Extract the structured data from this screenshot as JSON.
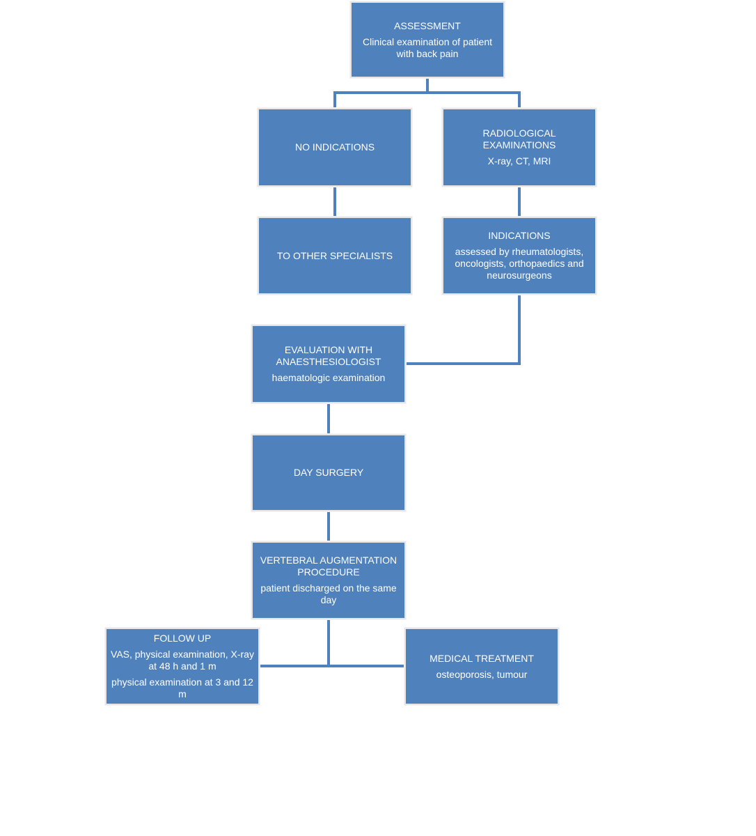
{
  "colors": {
    "box_fill": "#4f81bd",
    "connector": "#4f81bd",
    "text": "#ffffff",
    "box_border": "#e6e6e6"
  },
  "nodes": {
    "assessment": {
      "title": "ASSESSMENT",
      "sub": "Clinical examination of patient with back pain"
    },
    "no_indications": {
      "title": "NO INDICATIONS"
    },
    "radiological": {
      "title": "RADIOLOGICAL EXAMINATIONS",
      "sub": "X-ray, CT, MRI"
    },
    "other_specialists": {
      "title": "TO OTHER SPECIALISTS"
    },
    "indications": {
      "title": "INDICATIONS",
      "sub": "assessed by rheumatologists, oncologists, orthopaedics and neurosurgeons"
    },
    "evaluation": {
      "title": "EVALUATION WITH ANAESTHESIOLOGIST",
      "sub": "haematologic examination"
    },
    "day_surgery": {
      "title": "DAY SURGERY"
    },
    "vertebral": {
      "title": "VERTEBRAL AUGMENTATION PROCEDURE",
      "sub": "patient discharged on the same day"
    },
    "follow_up": {
      "title": "FOLLOW UP",
      "sub": "VAS, physical examination, X-ray at 48 h and 1 m",
      "sub2": "physical examination at 3 and 12 m"
    },
    "medical_treatment": {
      "title": "MEDICAL TREATMENT",
      "sub": "osteoporosis, tumour"
    }
  }
}
